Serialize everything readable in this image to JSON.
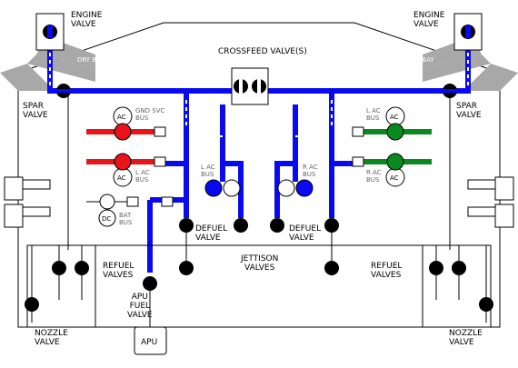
{
  "labels": {
    "engine_valve_left": "ENGINE\nVALVE",
    "engine_valve_right": "ENGINE\nVALVE",
    "crossfeed": "CROSSFEED VALVE(S)",
    "dry_bay_left": "DRY BAY",
    "dry_bay_right": "DRY BAY",
    "spar_valve_left": "SPAR\nVALVE",
    "spar_valve_right": "SPAR\nVALVE",
    "gnd_svc_bus": "GND SVC\nBUS",
    "l_ac_bus_left": "L AC\nBUS",
    "l_ac_bus_mid": "L AC\nBUS",
    "r_ac_bus_mid": "R AC\nBUS",
    "l_ac_bus_right": "L AC\nBUS",
    "r_ac_bus_right": "R AC\nBUS",
    "bat_bus": "BAT\nBUS",
    "defuel_left": "DEFUEL\nVALVE",
    "defuel_right": "DEFUEL\nVALVE",
    "jettison": "JETTISON\nVALVES",
    "refuel_left": "REFUEL\nVALVES",
    "refuel_right": "REFUEL\nVALVES",
    "apu_fuel_valve": "APU\nFUEL\nVALVE",
    "apu": "APU",
    "nozzle_left": "NOZZLE\nVALVE",
    "nozzle_right": "NOZZLE\nVALVE",
    "ac": "AC",
    "dc": "DC"
  },
  "colors": {
    "fuel_line": "#0a0af0",
    "valve_red": "#e8141a",
    "valve_green": "#0a8a1e",
    "outline": "#000000",
    "dry_bay": "#a8a8a8"
  }
}
